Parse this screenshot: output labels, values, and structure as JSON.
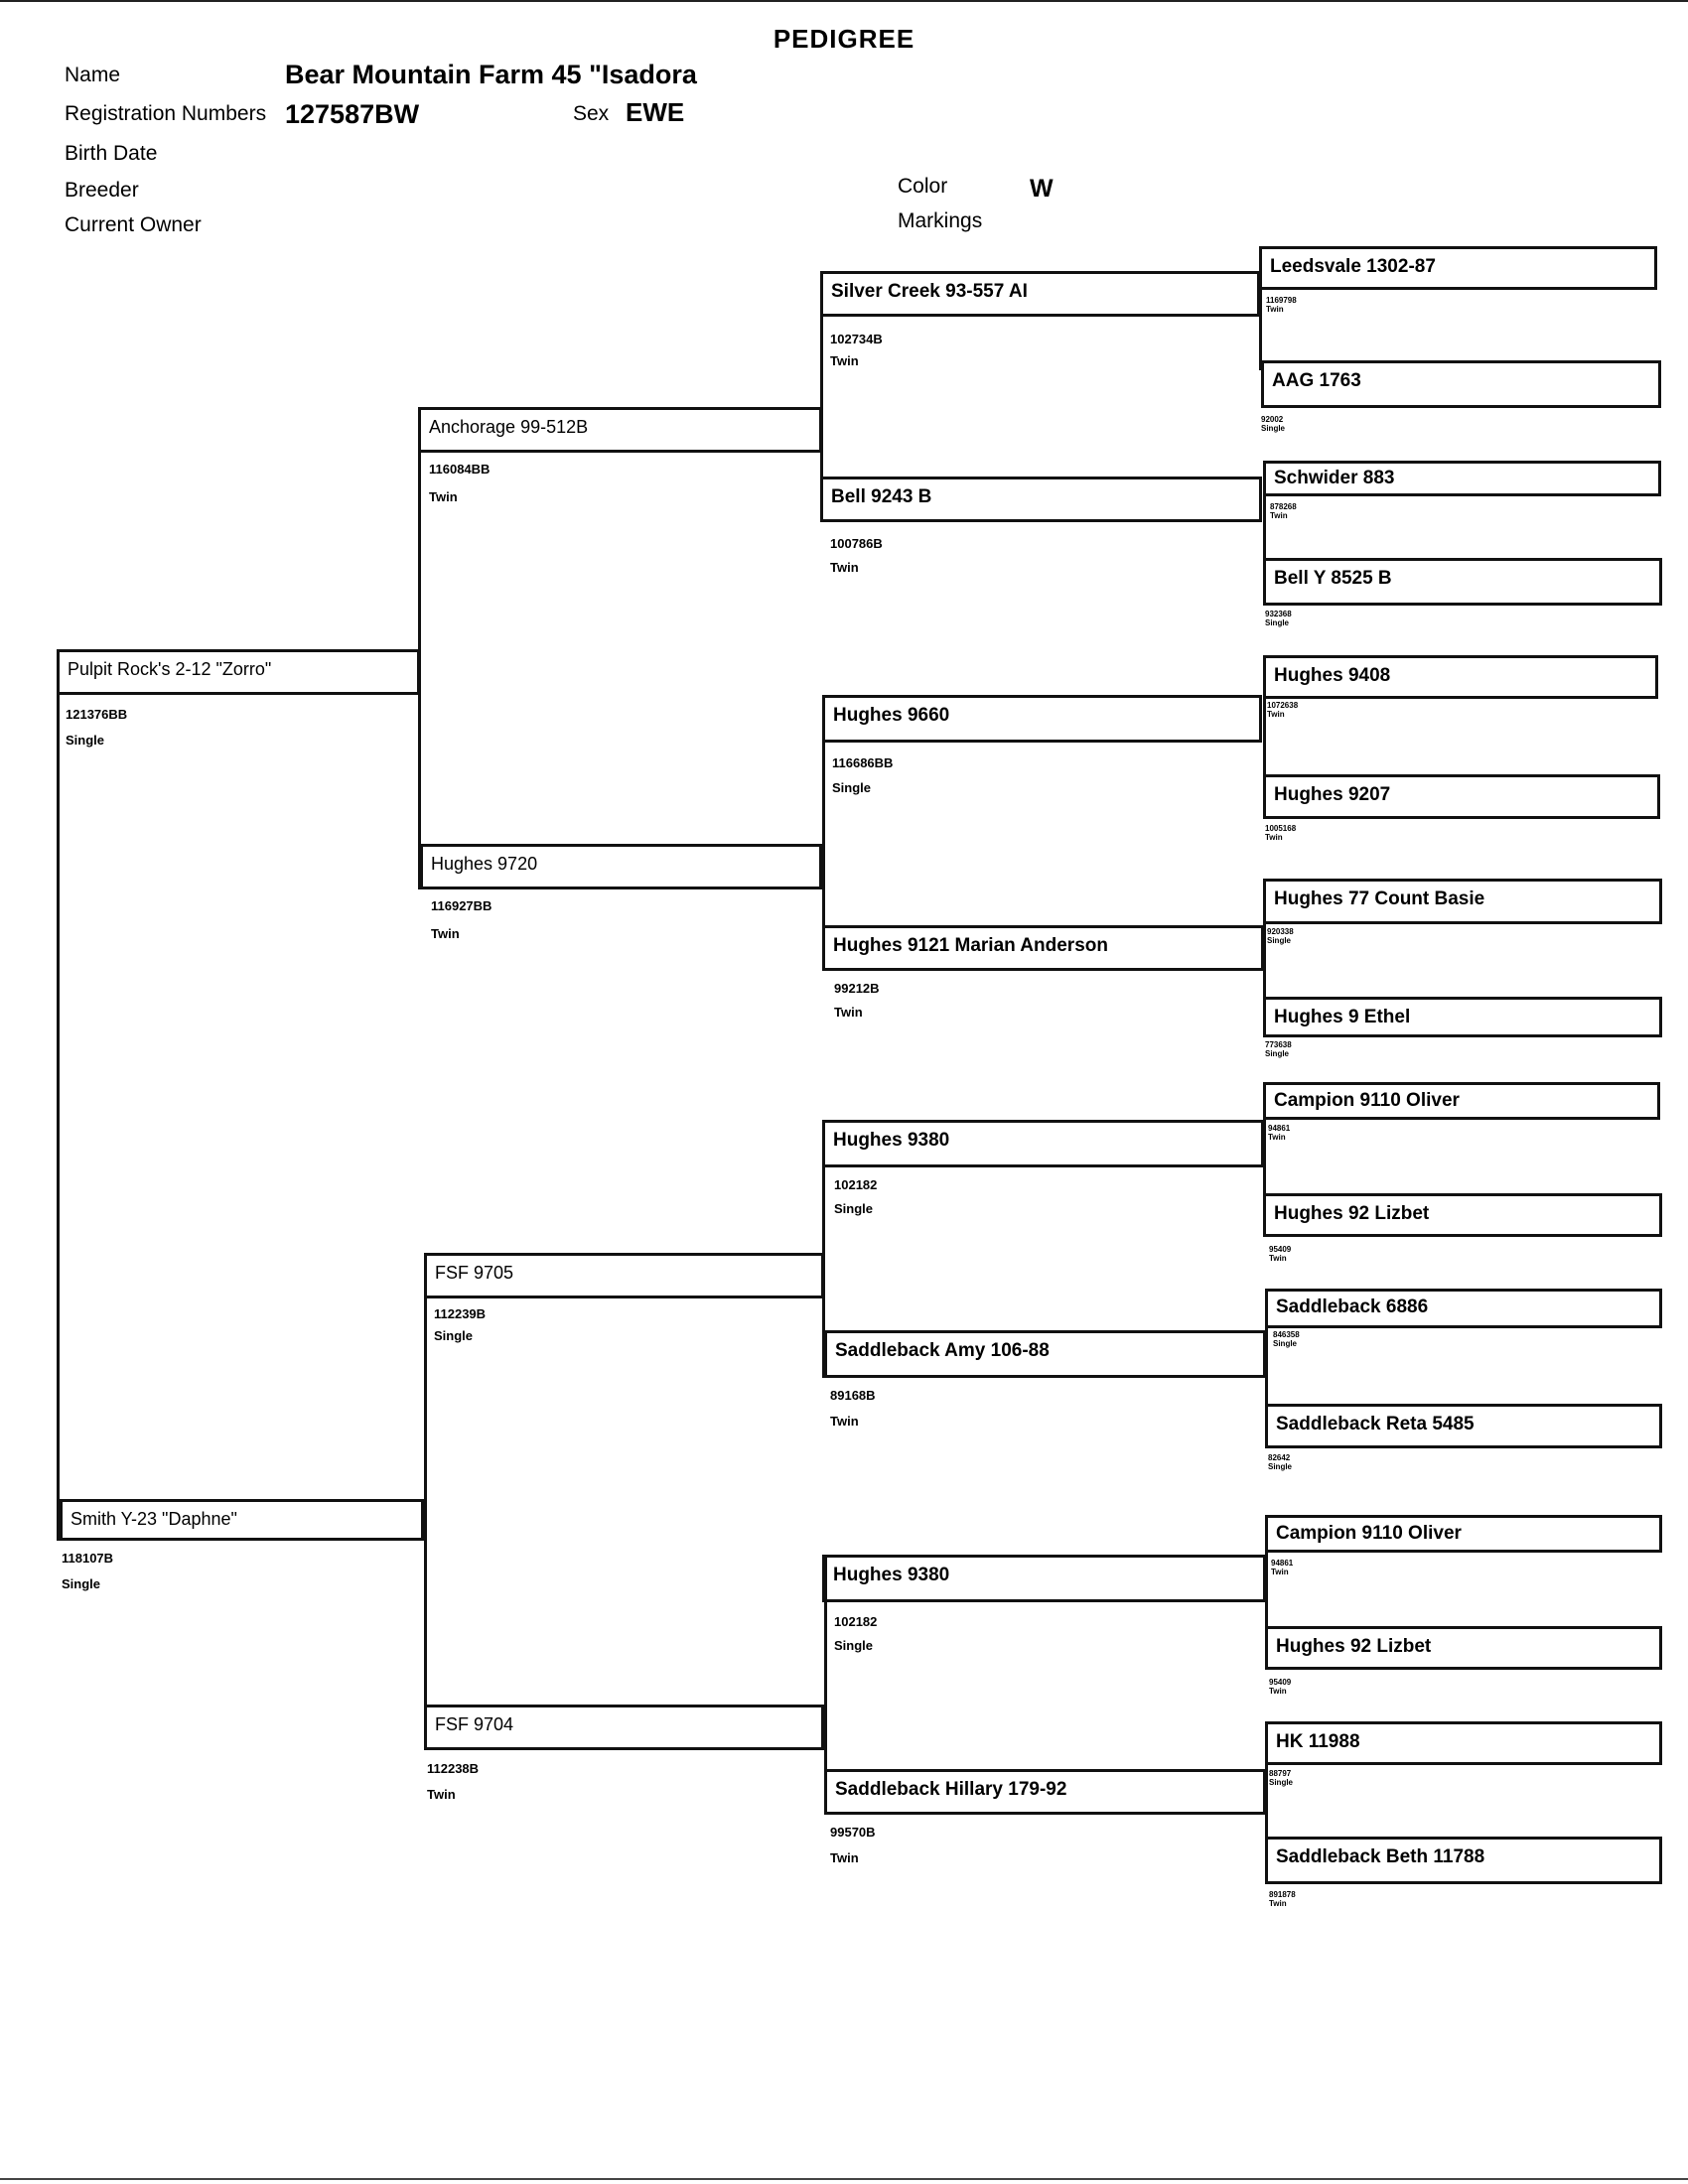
{
  "title": "PEDIGREE",
  "header": {
    "name_label": "Name",
    "name_value": "Bear Mountain Farm 45 \"Isadora",
    "reg_label": "Registration Numbers",
    "reg_value": "127587BW",
    "sex_label": "Sex",
    "sex_value": "EWE",
    "birth_label": "Birth Date",
    "breeder_label": "Breeder",
    "owner_label": "Current Owner",
    "color_label": "Color",
    "color_value": "W",
    "markings_label": "Markings"
  },
  "sire": {
    "name": "Pulpit Rock's 2-12 \"Zorro\"",
    "reg": "121376BB",
    "birth": "Single"
  },
  "dam": {
    "name": "Smith Y-23 \"Daphne\"",
    "reg": "118107B",
    "birth": "Single"
  },
  "g2": {
    "ss": {
      "name": "Anchorage 99-512B",
      "reg": "116084BB",
      "birth": "Twin"
    },
    "sd": {
      "name": "Hughes 9720",
      "reg": "116927BB",
      "birth": "Twin"
    },
    "ds": {
      "name": "FSF 9705",
      "reg": "112239B",
      "birth": "Single"
    },
    "dd": {
      "name": "FSF 9704",
      "reg": "112238B",
      "birth": "Twin"
    }
  },
  "g3": {
    "sss": {
      "name": "Silver Creek 93-557  AI",
      "reg": "102734B",
      "birth": "Twin"
    },
    "ssd": {
      "name": "Bell 9243 B",
      "reg": "100786B",
      "birth": "Twin"
    },
    "sds": {
      "name": "Hughes 9660",
      "reg": "116686BB",
      "birth": "Single"
    },
    "sdd": {
      "name": "Hughes 9121 Marian Anderson",
      "reg": "99212B",
      "birth": "Twin"
    },
    "dss": {
      "name": "Hughes 9380",
      "reg": "102182",
      "birth": "Single"
    },
    "dsd": {
      "name": "Saddleback Amy 106-88",
      "reg": "89168B",
      "birth": "Twin"
    },
    "dds": {
      "name": "Hughes 9380",
      "reg": "102182",
      "birth": "Single"
    },
    "ddd": {
      "name": "Saddleback Hillary 179-92",
      "reg": "99570B",
      "birth": "Twin"
    }
  },
  "g4": [
    {
      "name": "Leedsvale 1302-87",
      "reg": "1169798",
      "birth": "Twin"
    },
    {
      "name": "AAG 1763",
      "reg": "92002",
      "birth": "Single"
    },
    {
      "name": "Schwider 883",
      "reg": "878268",
      "birth": "Twin"
    },
    {
      "name": "Bell Y 8525 B",
      "reg": "932368",
      "birth": "Single"
    },
    {
      "name": "Hughes 9408",
      "reg": "1072638",
      "birth": "Twin"
    },
    {
      "name": "Hughes 9207",
      "reg": "1005168",
      "birth": "Twin"
    },
    {
      "name": "Hughes 77 Count Basie",
      "reg": "920338",
      "birth": "Single"
    },
    {
      "name": "Hughes 9 Ethel",
      "reg": "773638",
      "birth": "Single"
    },
    {
      "name": "Campion 9110 Oliver",
      "reg": "94861",
      "birth": "Twin"
    },
    {
      "name": "Hughes 92 Lizbet",
      "reg": "95409",
      "birth": "Twin"
    },
    {
      "name": "Saddleback 6886",
      "reg": "846358",
      "birth": "Single"
    },
    {
      "name": "Saddleback Reta 5485",
      "reg": "82642",
      "birth": "Single"
    },
    {
      "name": "Campion 9110 Oliver",
      "reg": "94861",
      "birth": "Twin"
    },
    {
      "name": "Hughes 92 Lizbet",
      "reg": "95409",
      "birth": "Twin"
    },
    {
      "name": "HK 11988",
      "reg": "88797",
      "birth": "Single"
    },
    {
      "name": "Saddleback Beth 11788",
      "reg": "891878",
      "birth": "Twin"
    }
  ]
}
